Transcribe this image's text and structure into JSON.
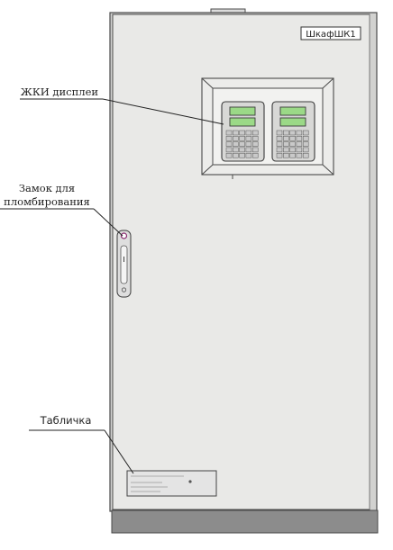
{
  "cabinet_tag": "ШкафШК1",
  "labels": {
    "lcd_displays": "ЖКИ дисплеи",
    "seal_lock_line1": "Замок для",
    "seal_lock_line2": "пломбирования",
    "nameplate": "Табличка"
  },
  "colors": {
    "door": "#e9e9e7",
    "cabinet_outline": "#4a4a4a",
    "lcd_screen": "#9bd987",
    "plinth": "#8c8c8c",
    "keypad": "#c9c9c9"
  }
}
